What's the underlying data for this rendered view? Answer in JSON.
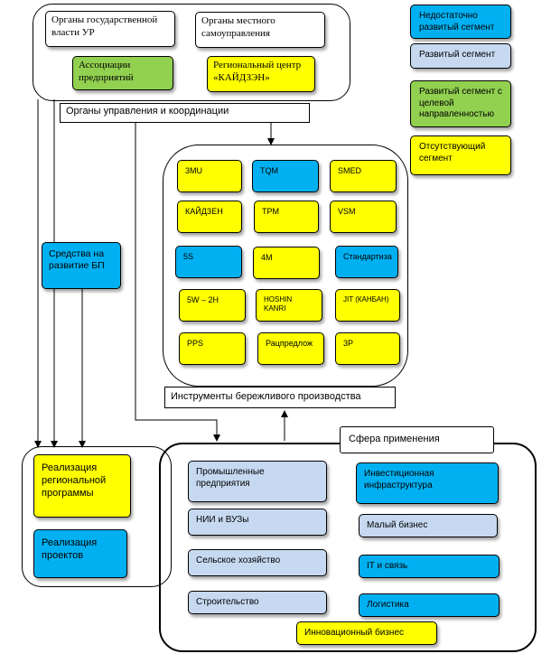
{
  "legend": {
    "insufficient": "Недостаточно развитый сегмент",
    "developed": "Развитый сегмент",
    "targeted": "Развитый сегмент с целевой направленностью",
    "absent": "Отсутствующий сегмент"
  },
  "governance": {
    "state_bodies": "Органы государственной власти УР",
    "local_bodies": "Органы местного самоуправления",
    "associations": "Ассоциации предприятий",
    "kaizen_center": "Региональный центр «КАЙДЗЭН»",
    "label": "Органы управления и координации"
  },
  "tools": {
    "items": [
      "3MU",
      "TQM",
      "SMED",
      "КАЙДЗЕН",
      "TPM",
      "VSM",
      "5S",
      "4M",
      "Стандартиза",
      "5W – 2H",
      "HOSHIN KANRI",
      "JIT (КАНБАН)",
      "PPS",
      "Рацпредлож",
      "3P"
    ],
    "label": "Инструменты бережливого производства"
  },
  "funds": {
    "label": "Средства на развитие БП"
  },
  "implementation": {
    "regional": "Реализация региональной программы",
    "projects": "Реализация проектов"
  },
  "sphere": {
    "label": "Сфера применения",
    "industrial": "Промышленные предприятия",
    "investment": "Инвестиционная инфраструктура",
    "research": "НИИ и ВУЗы",
    "small_business": "Малый бизнес",
    "agriculture": "Сельское хозяйство",
    "it": "IT и связь",
    "construction": "Строительство",
    "logistics": "Логистика",
    "innovation": "Инновационный бизнес"
  }
}
